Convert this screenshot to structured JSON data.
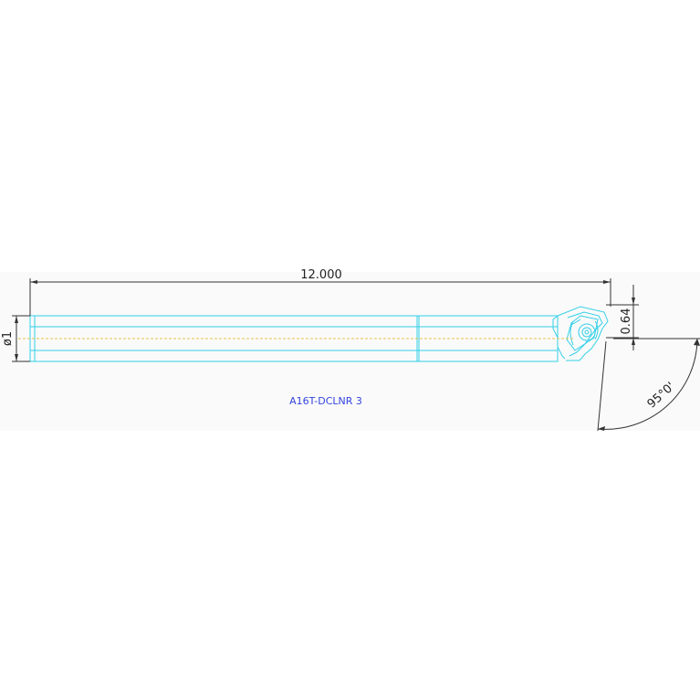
{
  "drawing": {
    "overall_length": "12.000",
    "diameter": "ø1",
    "offset": "0.64",
    "angle": "95°0'",
    "part_label": "A16T-DCLNR 3"
  },
  "colors": {
    "outline": "#33d0e8",
    "centerline": "#e8c24a",
    "dimension": "#333333",
    "label": "#3344dd",
    "panel": "#fafafa"
  }
}
